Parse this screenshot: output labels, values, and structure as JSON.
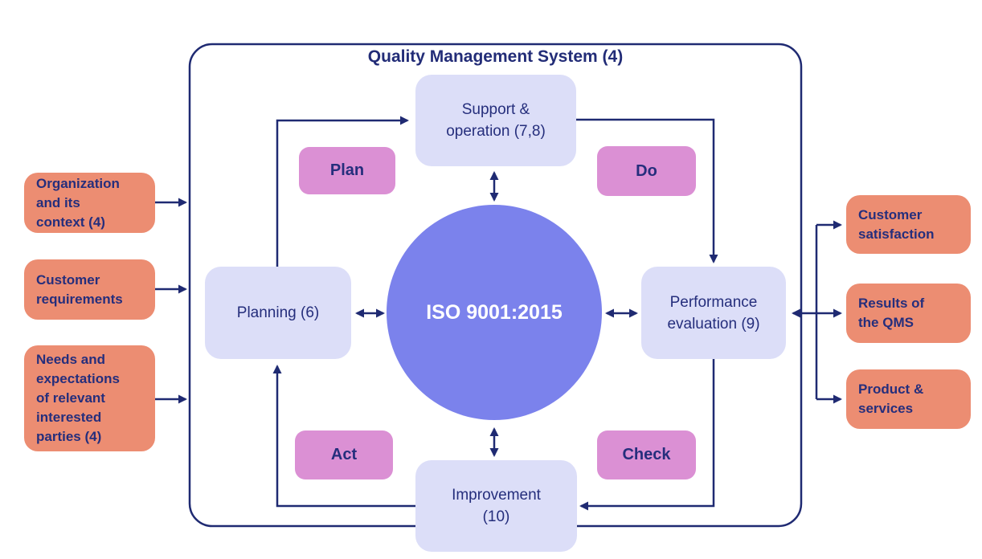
{
  "title": "Quality Management System (4)",
  "center_circle": {
    "label": "ISO 9001:2015"
  },
  "process_boxes": {
    "support": {
      "label": "Support &\noperation (7,8)"
    },
    "planning": {
      "label": "Planning (6)"
    },
    "performance": {
      "label": "Performance\nevaluation (9)"
    },
    "improvement": {
      "label": "Improvement\n(10)"
    }
  },
  "pdca_labels": {
    "plan": "Plan",
    "do": "Do",
    "act": "Act",
    "check": "Check"
  },
  "inputs": [
    {
      "label": "Organization\nand its\ncontext (4)"
    },
    {
      "label": "Customer\nrequirements"
    },
    {
      "label": "Needs and\nexpectations\nof relevant\ninterested\nparties (4)"
    }
  ],
  "outputs": [
    {
      "label": "Customer\nsatisfaction"
    },
    {
      "label": "Results of\nthe QMS"
    },
    {
      "label": "Product &\nservices"
    }
  ],
  "colors": {
    "line_navy": "#1f2a72",
    "text_navy": "#252e7c",
    "io_fill": "#ec8d72",
    "pdca_fill": "#db90d4",
    "process_fill": "#dcdef8",
    "circle_fill": "#7b82ec",
    "circle_text": "#ffffff"
  }
}
